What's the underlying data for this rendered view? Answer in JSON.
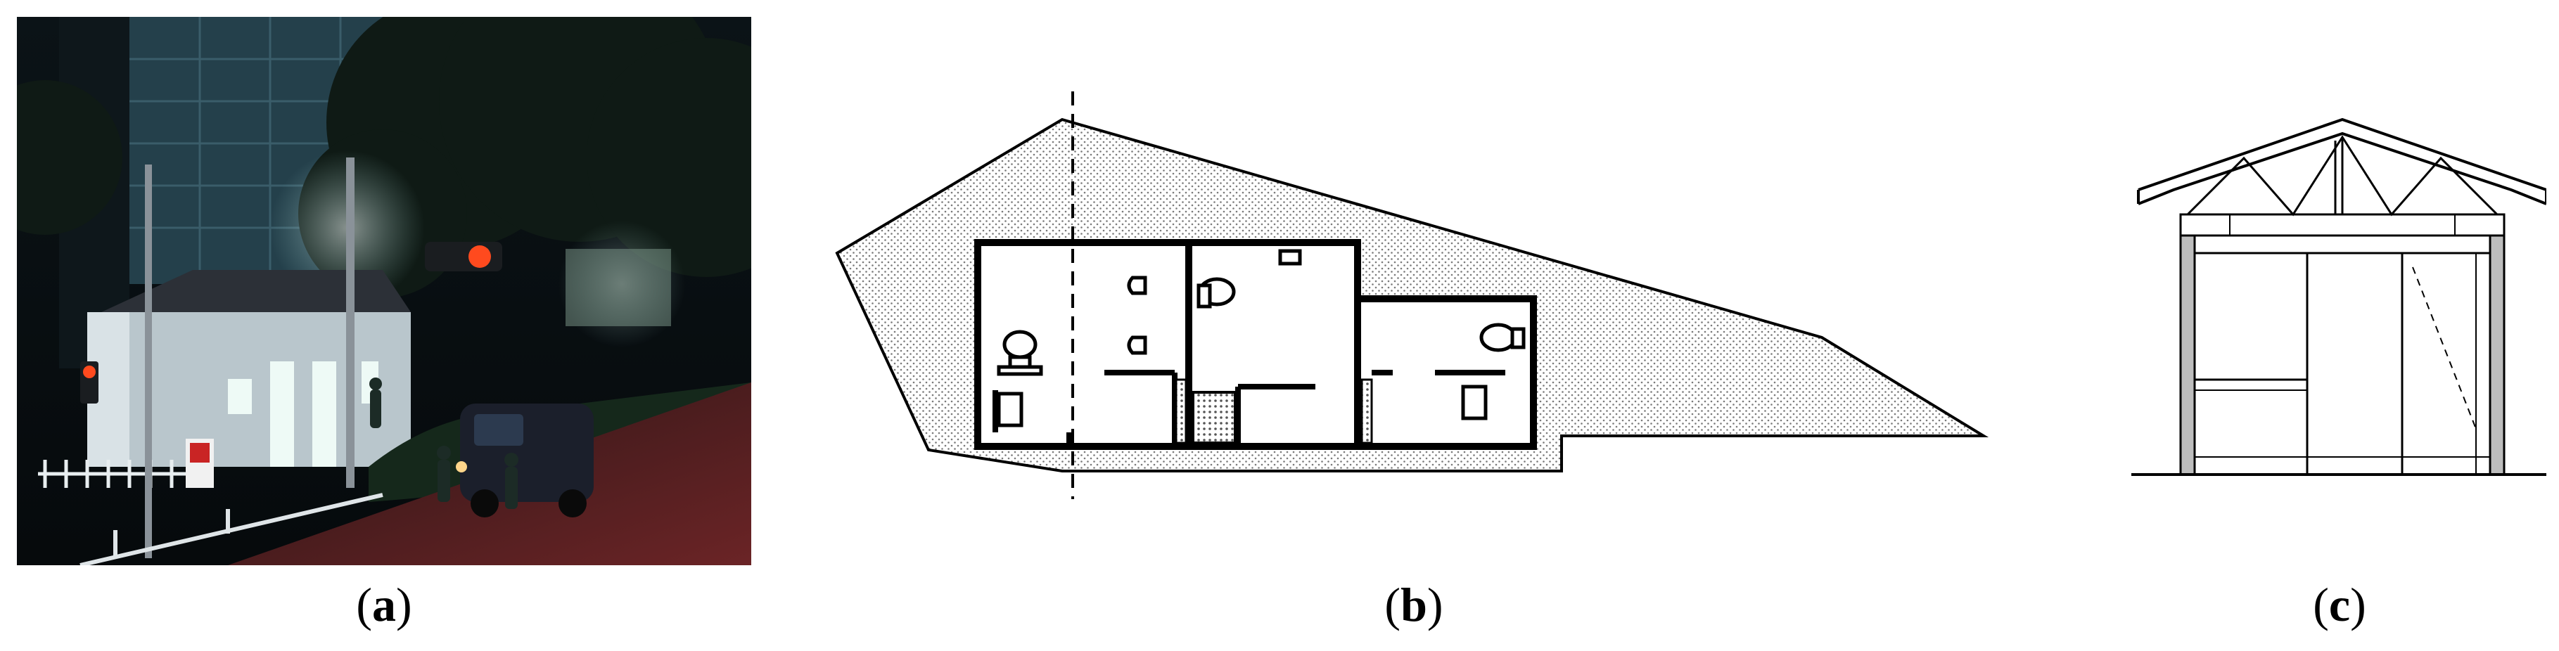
{
  "captions": {
    "a": "a",
    "b": "b",
    "c": "c"
  },
  "colors": {
    "night_sky": "#0a1014",
    "building_glass": "#2c4a56",
    "house_wall": "#c9d3d8",
    "house_roof": "#2a2f36",
    "window_glow": "#eaf6f4",
    "road_red": "#5a2224",
    "traffic_light_red": "#ff4a1e",
    "plan_line": "#000000",
    "plan_stipple": "#9a9a9a"
  },
  "icons": [
    "photo-night-street",
    "floor-plan-drawing",
    "section-drawing"
  ]
}
